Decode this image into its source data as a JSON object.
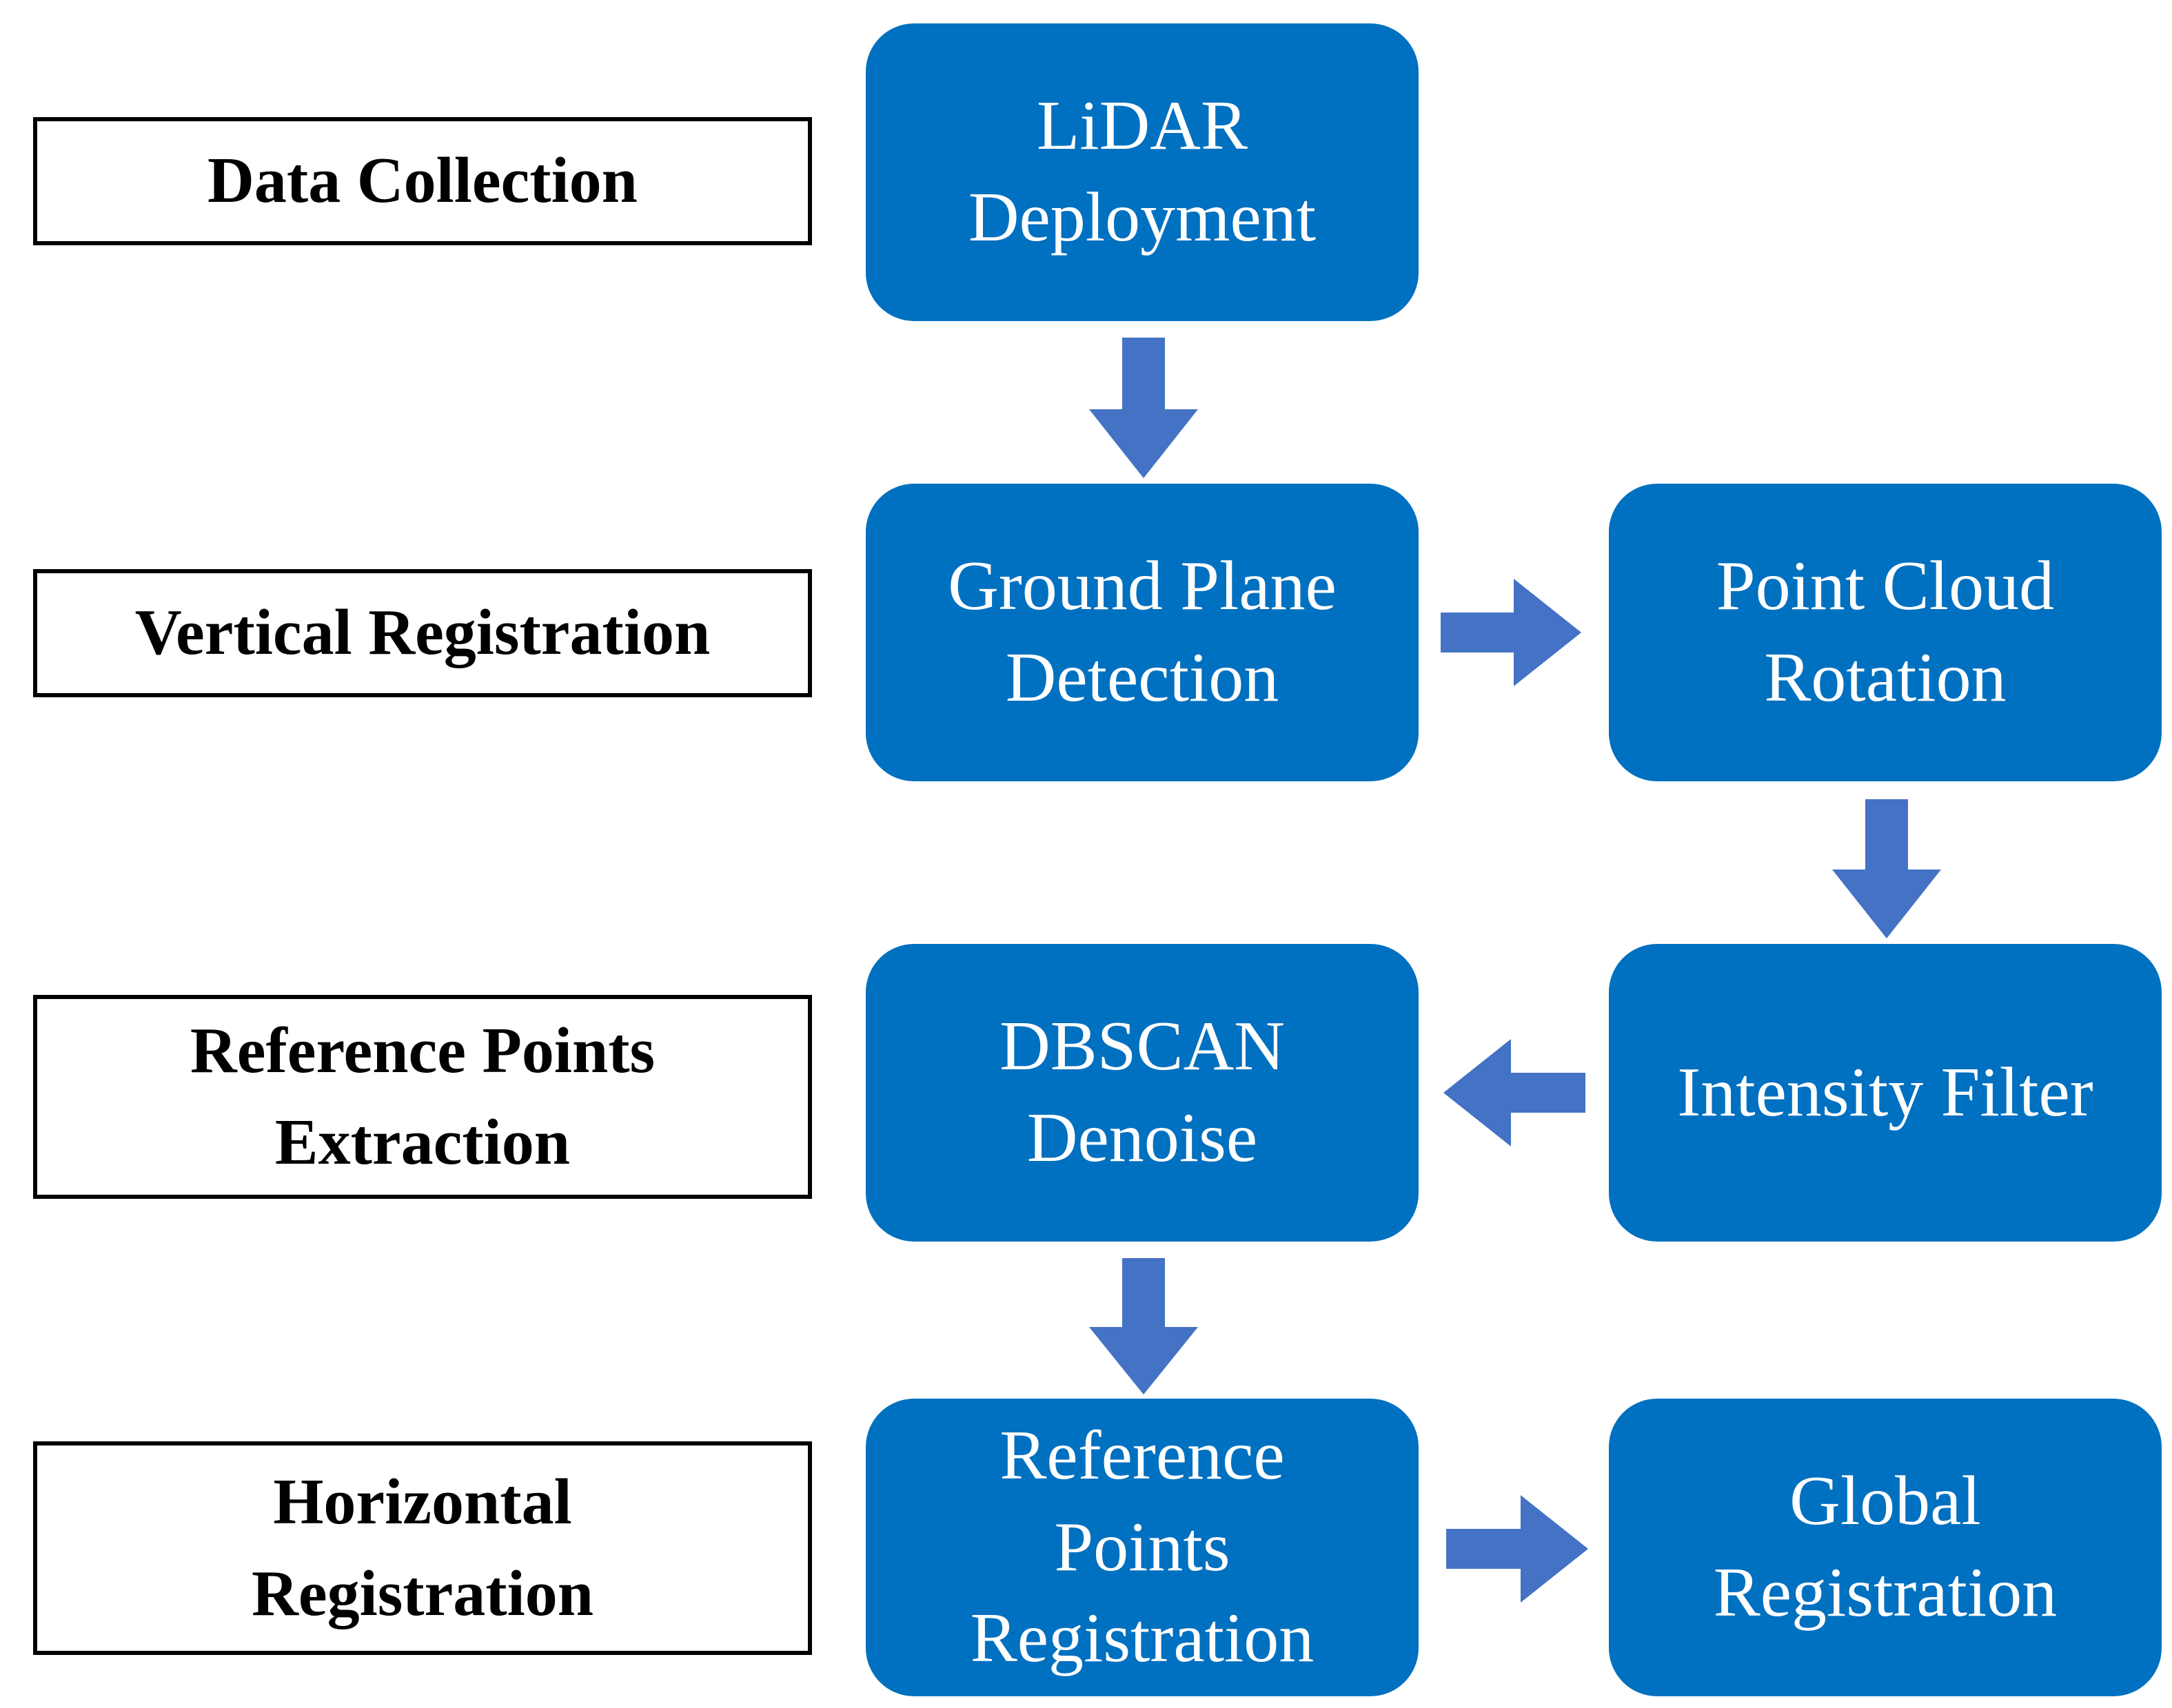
{
  "colors": {
    "box_fill": "#0070C0",
    "arrow_fill": "#4472C4",
    "label_border": "#000000",
    "background": "#FFFFFF"
  },
  "stages": [
    {
      "label": "Data Collection"
    },
    {
      "label": "Vertical  Registration"
    },
    {
      "label": "Reference  Points\nExtraction"
    },
    {
      "label": "Horizontal\nRegistration"
    }
  ],
  "steps": {
    "lidar_deployment": "LiDAR\nDeployment",
    "ground_plane_detection": "Ground Plane\nDetection",
    "point_cloud_rotation": "Point Cloud\nRotation",
    "intensity_filter": "Intensity Filter",
    "dbscan_denoise": "DBSCAN\nDenoise",
    "reference_points_registration": "Reference\nPoints\nRegistration",
    "global_registration": "Global\nRegistration"
  },
  "arrows": [
    {
      "from": "LiDAR Deployment",
      "to": "Ground Plane Detection",
      "direction": "down"
    },
    {
      "from": "Ground Plane Detection",
      "to": "Point Cloud Rotation",
      "direction": "right"
    },
    {
      "from": "Point Cloud Rotation",
      "to": "Intensity Filter",
      "direction": "down"
    },
    {
      "from": "Intensity Filter",
      "to": "DBSCAN Denoise",
      "direction": "left"
    },
    {
      "from": "DBSCAN Denoise",
      "to": "Reference Points Registration",
      "direction": "down"
    },
    {
      "from": "Reference Points Registration",
      "to": "Global Registration",
      "direction": "right"
    }
  ]
}
